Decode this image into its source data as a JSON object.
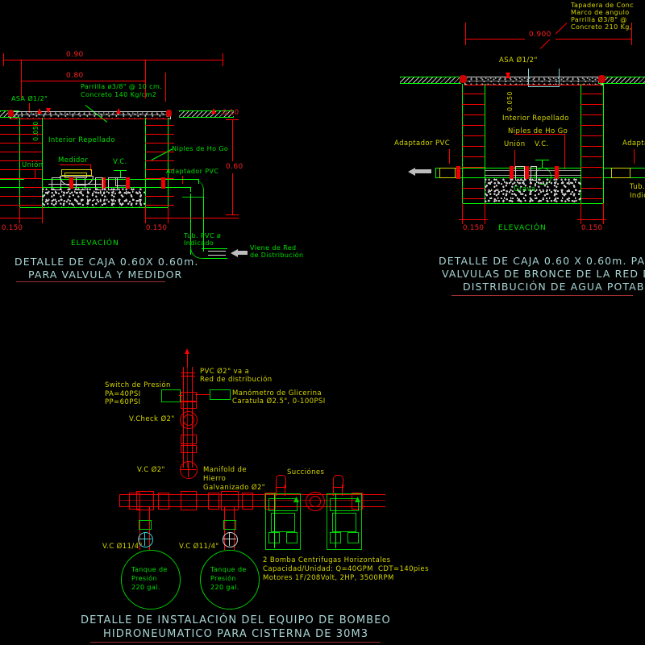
{
  "drawing": {
    "background_color": "#000000",
    "palette": {
      "dimension_red": "#ff0000",
      "masonry_green": "#00c000",
      "annotation_yellow": "#d6d600",
      "title_cyan": "#a8d4d4",
      "pipe_white": "#d0d0d0"
    }
  },
  "detail_left": {
    "title_line1": "DETALLE DE CAJA 0.60X 0.60m.",
    "title_line2": "PARA VALVULA Y MEDIDOR",
    "view_label": "ELEVACIÓN",
    "dimensions": {
      "overall_top": "0.90",
      "inner_top": "0.80",
      "lid_thickness": "0.050",
      "wall_left": "0.150",
      "wall_right": "0.150",
      "depth_right": "0.60",
      "slab_right": "0.10"
    },
    "labels": {
      "asa": "ASA Ø1/2\"",
      "parrilla_1": "Parrilla ø3/8\" @ 10 cm.",
      "parrilla_2": "Concreto 140 Kg/cm2",
      "interior": "Interior Repellado",
      "union": "Unión",
      "medidor": "Medidor",
      "vc": "V.C.",
      "niples": "Niples de Ho Go",
      "adaptador": "Adaptador PVC",
      "tubo_1": "Tub. PVC ø",
      "tubo_2": "Indicado",
      "viene_1": "Viene de Red",
      "viene_2": "de Distribución"
    }
  },
  "detail_right": {
    "title_line1": "DETALLE DE CAJA 0.60 X 0.60m. PAR",
    "title_line2": "VALVULAS DE BRONCE DE LA RED DE",
    "title_line3": "DISTRIBUCIÓN DE AGUA POTABLE",
    "view_label": "ELEVACIÓN",
    "dimensions": {
      "overall_top": "0.900",
      "lid_thickness": "0.050",
      "wall_left": "0.150",
      "wall_right": "0.150"
    },
    "labels": {
      "tapadera_1": "Tapadera de Conc",
      "tapadera_2": "Marco de angulo",
      "tapadera_3": "Parrilla Ø3/8\" @",
      "tapadera_4": "Concreto 210 Kg,",
      "asa": "ASA Ø1/2\"",
      "interior": "Interior Repellado",
      "niples": "Niples de Ho Go",
      "union": "Unión",
      "vc": "V.C.",
      "grava": "Grava",
      "adaptador_left": "Adaptador PVC",
      "adaptador_right": "Adapta",
      "tubo_1": "Tub.",
      "tubo_2": "Indic"
    }
  },
  "detail_pump": {
    "title_line1": "DETALLE DE INSTALACIÓN DEL EQUIPO DE BOMBEO",
    "title_line2": "HIDRONEUMATICO PARA CISTERNA DE 30M3",
    "labels": {
      "pvc_riser_1": "PVC Ø2\" va a",
      "pvc_riser_2": "Red de distribución",
      "switch_1": "Switch de Presión",
      "switch_2": "PA=40PSI",
      "switch_3": "PP=60PSI",
      "manometro_1": "Manómetro de Glicerina",
      "manometro_2": "Caratula Ø2.5\", 0-100PSI",
      "vcheck": "V.Check Ø2\"",
      "vc2": "V.C Ø2\"",
      "manifold_1": "Manifold de",
      "manifold_2": "Hierro",
      "manifold_3": "Galvanizado Ø2\"",
      "succiones": "Succiónes",
      "vc114_left": "V.C Ø11/4\"",
      "vc114_right": "V.C Ø11/4\"",
      "tank_left_1": "Tanque de",
      "tank_left_2": "Presión",
      "tank_left_3": "220 gal.",
      "tank_right_1": "Tanque de",
      "tank_right_2": "Presión",
      "tank_right_3": "220 gal.",
      "pump_spec_1": "2 Bomba Centrifugas Horizontales",
      "pump_spec_2": "Capacidad/Unidad: Q=40GPM  CDT=140pies",
      "pump_spec_3": "Motores 1F/208Volt, 2HP, 3500RPM"
    }
  }
}
